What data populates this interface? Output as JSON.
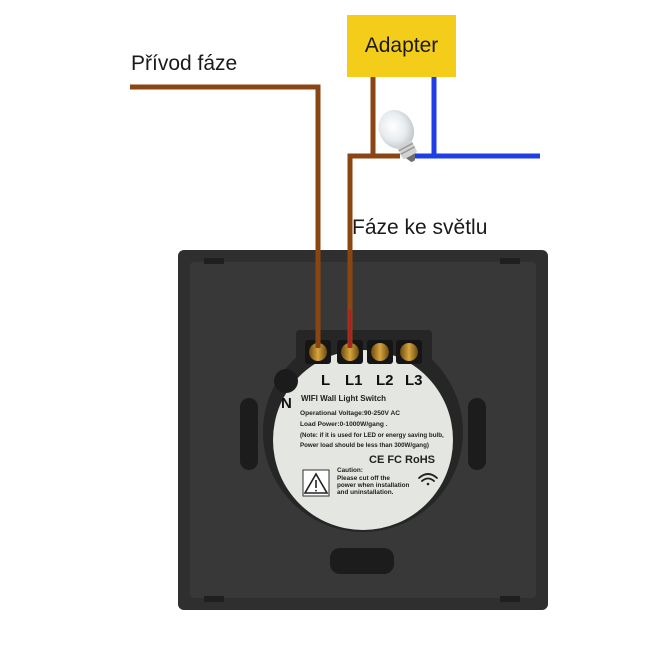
{
  "labels": {
    "supply_phase": "Přívod fáze",
    "lamp_phase": "Fáze ke světlu",
    "adapter": "Adapter"
  },
  "terminals": {
    "neutral": "N",
    "items": [
      "L",
      "L1",
      "L2",
      "L3"
    ]
  },
  "device_label": {
    "title": "WIFI Wall Light Switch",
    "spec_lines": [
      "Operational Voltage:90-250V AC",
      "Load Power:0-1000W/gang .",
      "(Note: if it is used for LED or energy saving bulb,",
      "Power load should be less than 300W/gang)"
    ],
    "cert_marks": "CE FC RoHS",
    "caution_lines": [
      "Caution:",
      "Please cut off the",
      "power when installation",
      "and uninstallation."
    ]
  },
  "colors": {
    "phase_wire": "#8b4513",
    "neutral_wire": "#1f3ee6",
    "switch_lead": "#b02020",
    "adapter_fill": "#f4cd1a",
    "switch_body": "#2e2e2e",
    "label_plate": "#e3e6e1"
  },
  "icons": [
    "bulb-icon",
    "warning-icon",
    "wifi-icon"
  ]
}
